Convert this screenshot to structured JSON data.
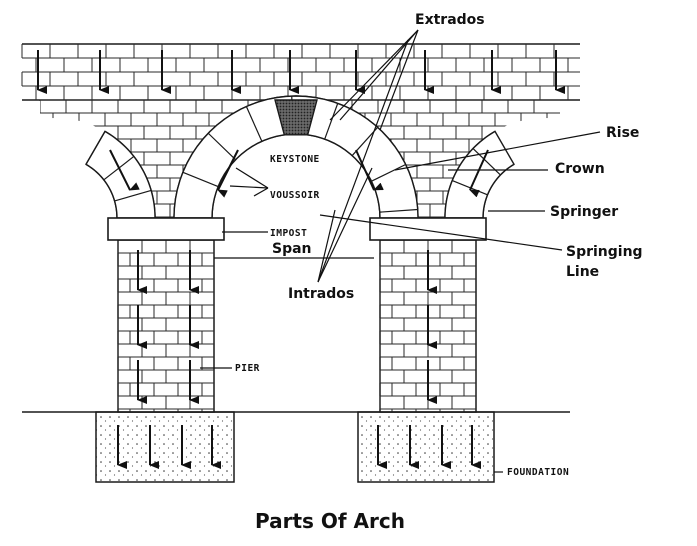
{
  "labels": {
    "extrados": "Extrados",
    "rise": "Rise",
    "crown": "Crown",
    "springer": "Springer",
    "springing_line_1": "Springing",
    "springing_line_2": "Line",
    "keystone": "KEYSTONE",
    "voussoir": "VOUSSOIR",
    "impost": "IMPOST",
    "span": "Span",
    "intrados": "Intrados",
    "pier": "PIER",
    "foundation": "FOUNDATION"
  },
  "title": "Parts Of Arch",
  "colors": {
    "ink": "#1a1a1a",
    "keystone_fill": "#555555",
    "background": "#ffffff"
  }
}
